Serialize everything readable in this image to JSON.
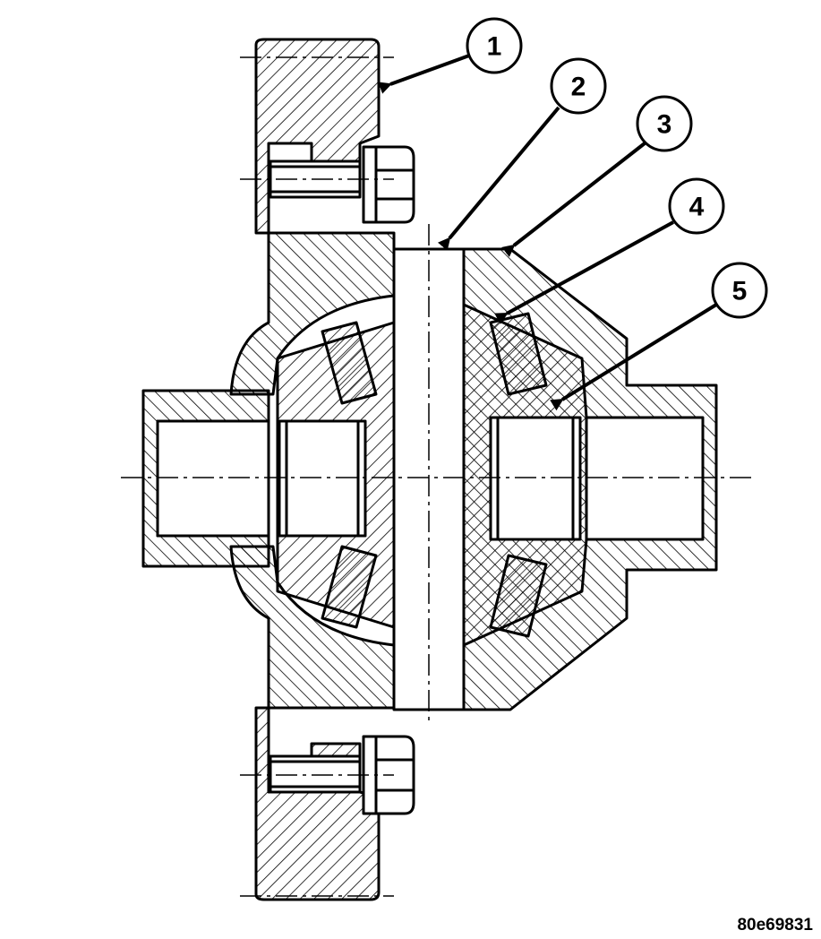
{
  "figure_id": "80e69831",
  "callouts": [
    {
      "label": "1"
    },
    {
      "label": "2"
    },
    {
      "label": "3"
    },
    {
      "label": "4"
    },
    {
      "label": "5"
    }
  ],
  "colors": {
    "ink": "#000000",
    "paper": "#ffffff"
  }
}
